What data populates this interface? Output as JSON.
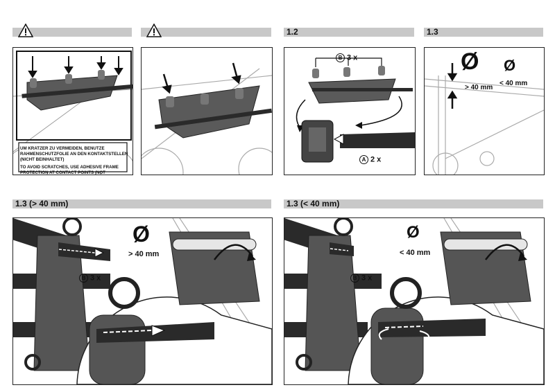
{
  "headers": {
    "p1": "",
    "p2": "",
    "p3": "1.2",
    "p4": "1.3",
    "p5": "1.3  (> 40 mm)",
    "p6": "1.3  (< 40 mm)"
  },
  "panel1": {
    "note_de": "UM KRATZER ZU VERMEIDEN, BENUTZE RAHMENSCHUTZFOLIE AN DEN KONTAKTSTELLEN (nicht beinhaltet)",
    "note_en": "TO AVOID SCRATCHES, USE ADHESIVE FRAME PROTECTION AT CONTACT POINTS (not included)"
  },
  "panel3": {
    "b_letter": "B",
    "b_count": "3 x",
    "a_letter": "A",
    "a_count": "2 x"
  },
  "panel4": {
    "diameter_big": "Ø",
    "diameter_small": "Ø",
    "label_big": "> 40 mm",
    "label_small": "< 40 mm"
  },
  "panel5": {
    "diameter": "Ø",
    "label": "> 40 mm",
    "b_letter": "B",
    "b_count": "3 x"
  },
  "panel6": {
    "diameter": "Ø",
    "label": "< 40 mm",
    "b_letter": "B",
    "b_count": "3 x"
  },
  "colors": {
    "header_bg": "#c8c8c8",
    "bag": "#5a5a5a",
    "strap": "#2a2a2a",
    "frame": "#e6e6e6"
  }
}
